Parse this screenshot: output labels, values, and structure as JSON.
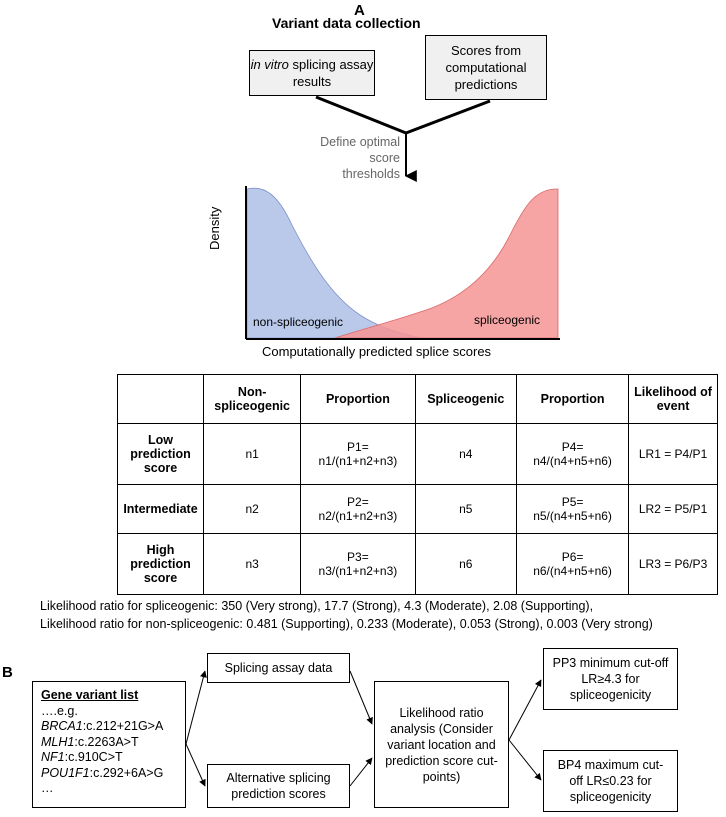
{
  "panel_a": {
    "letter": "A",
    "title": "Variant data collection",
    "box_left_italic": "in vitro",
    "box_left_rest": " splicing assay results",
    "box_right": "Scores from computational predictions",
    "define_line1": "Define optimal",
    "define_line2": "score thresholds",
    "y_axis_label": "Density",
    "x_axis_label": "Computationally predicted splice scores",
    "label_left": "non-spliceogenic",
    "label_right": "spliceogenic",
    "colors": {
      "non_spliceogenic": "#b3c3e8",
      "spliceogenic": "#f59494"
    }
  },
  "table": {
    "headers": [
      "",
      "Non-spliceogenic",
      "Proportion",
      "Spliceogenic",
      "Proportion",
      "Likelihood of event"
    ],
    "rows": [
      {
        "label": "Low prediction score",
        "n_non": "n1",
        "p_non_a": "P1=",
        "p_non_b": "n1/(n1+n2+n3)",
        "n_sp": "n4",
        "p_sp_a": "P4=",
        "p_sp_b": "n4/(n4+n5+n6)",
        "lr": "LR1 = P4/P1"
      },
      {
        "label": "Intermediate",
        "n_non": "n2",
        "p_non_a": "P2=",
        "p_non_b": "n2/(n1+n2+n3)",
        "n_sp": "n5",
        "p_sp_a": "P5=",
        "p_sp_b": "n5/(n4+n5+n6)",
        "lr": "LR2 = P5/P1"
      },
      {
        "label": "High prediction score",
        "n_non": "n3",
        "p_non_a": "P3=",
        "p_non_b": "n3/(n1+n2+n3)",
        "n_sp": "n6",
        "p_sp_a": "P6=",
        "p_sp_b": "n6/(n4+n5+n6)",
        "lr": "LR3 = P6/P3"
      }
    ]
  },
  "notes": {
    "line1": "Likelihood ratio for spliceogenic: 350 (Very strong), 17.7 (Strong), 4.3 (Moderate), 2.08 (Supporting),",
    "line2": "Likelihood ratio for non-spliceogenic: 0.481 (Supporting), 0.233 (Moderate), 0.053 (Strong), 0.003 (Very strong)"
  },
  "panel_b": {
    "letter": "B",
    "list_title": "Gene variant list",
    "list_eg": "….e.g.",
    "variants": [
      {
        "gene": "BRCA1",
        "change": ":c.212+21G>A"
      },
      {
        "gene": "MLH1",
        "change": ":c.2263A>T"
      },
      {
        "gene": "NF1",
        "change": ":c.910C>T"
      },
      {
        "gene": "POU1F1",
        "change": ":c.292+6A>G"
      }
    ],
    "list_more": "…",
    "splicing_assay": "Splicing assay data",
    "alt_prediction": "Alternative splicing prediction scores",
    "lr_analysis": "Likelihood ratio analysis (Consider variant location and prediction score cut-points)",
    "pp3": "PP3 minimum cut-off LR≥4.3 for spliceogenicity",
    "bp4": "BP4 maximum cut-off LR≤0.23 for spliceogenicity"
  }
}
